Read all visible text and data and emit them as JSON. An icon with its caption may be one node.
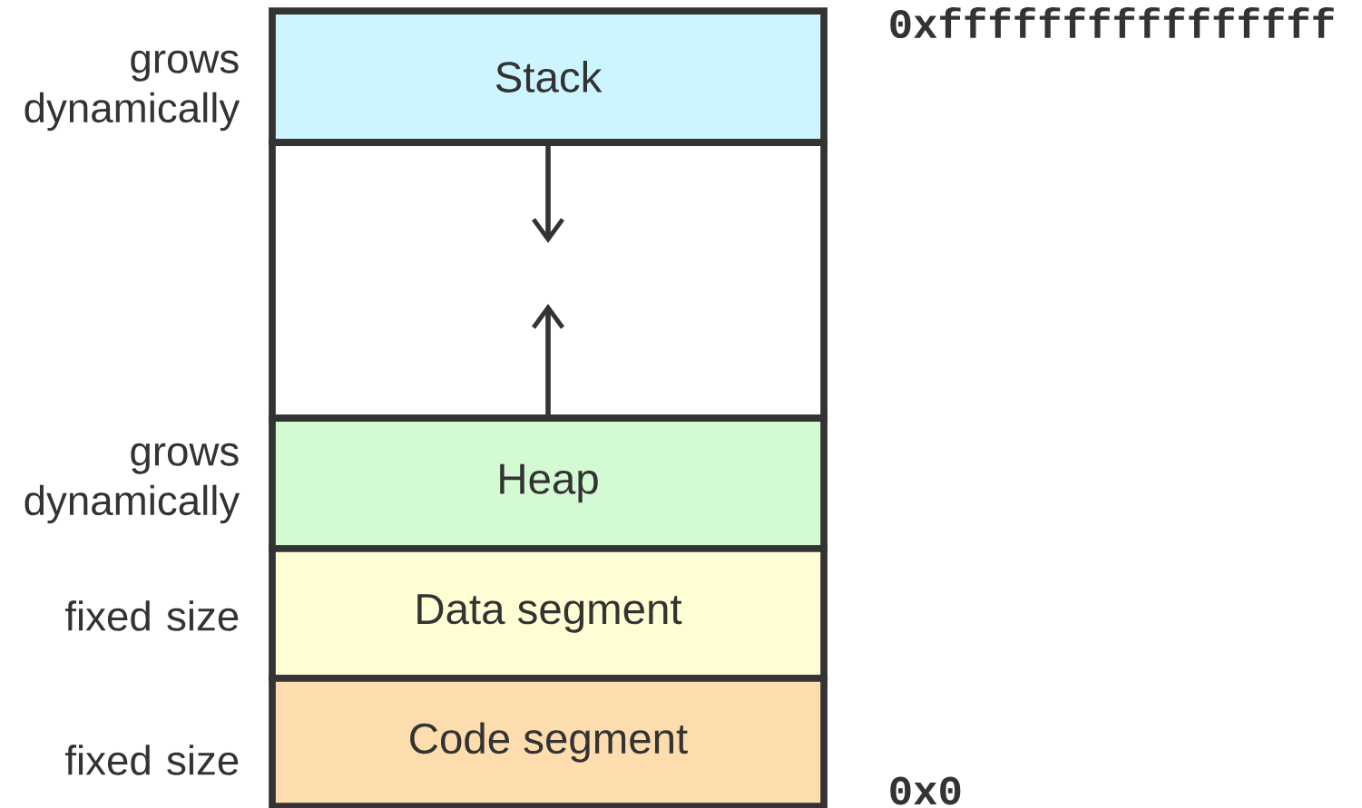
{
  "diagram": {
    "nodes": [
      {
        "text": [
          "Stack"
        ],
        "beside": [
          "grows dynamically"
        ]
      },
      {
        "text": [],
        "shape": "box"
      },
      {
        "text": [
          "Heap"
        ],
        "beside": [
          "grows dynamically"
        ]
      },
      {
        "text": [
          "Data segment"
        ],
        "beside": [
          "fixed size"
        ]
      },
      {
        "text": [
          "Code segment"
        ],
        "beside": [
          "fixed size"
        ]
      }
    ],
    "edges": [
      {
        "from": 0,
        "to": 1,
        "arrow": "to"
      },
      {
        "from": 2,
        "to": 1,
        "arrow": "to"
      }
    ],
    "labels": [
      "0xffffffffffffffff",
      "0x0"
    ]
  }
}
